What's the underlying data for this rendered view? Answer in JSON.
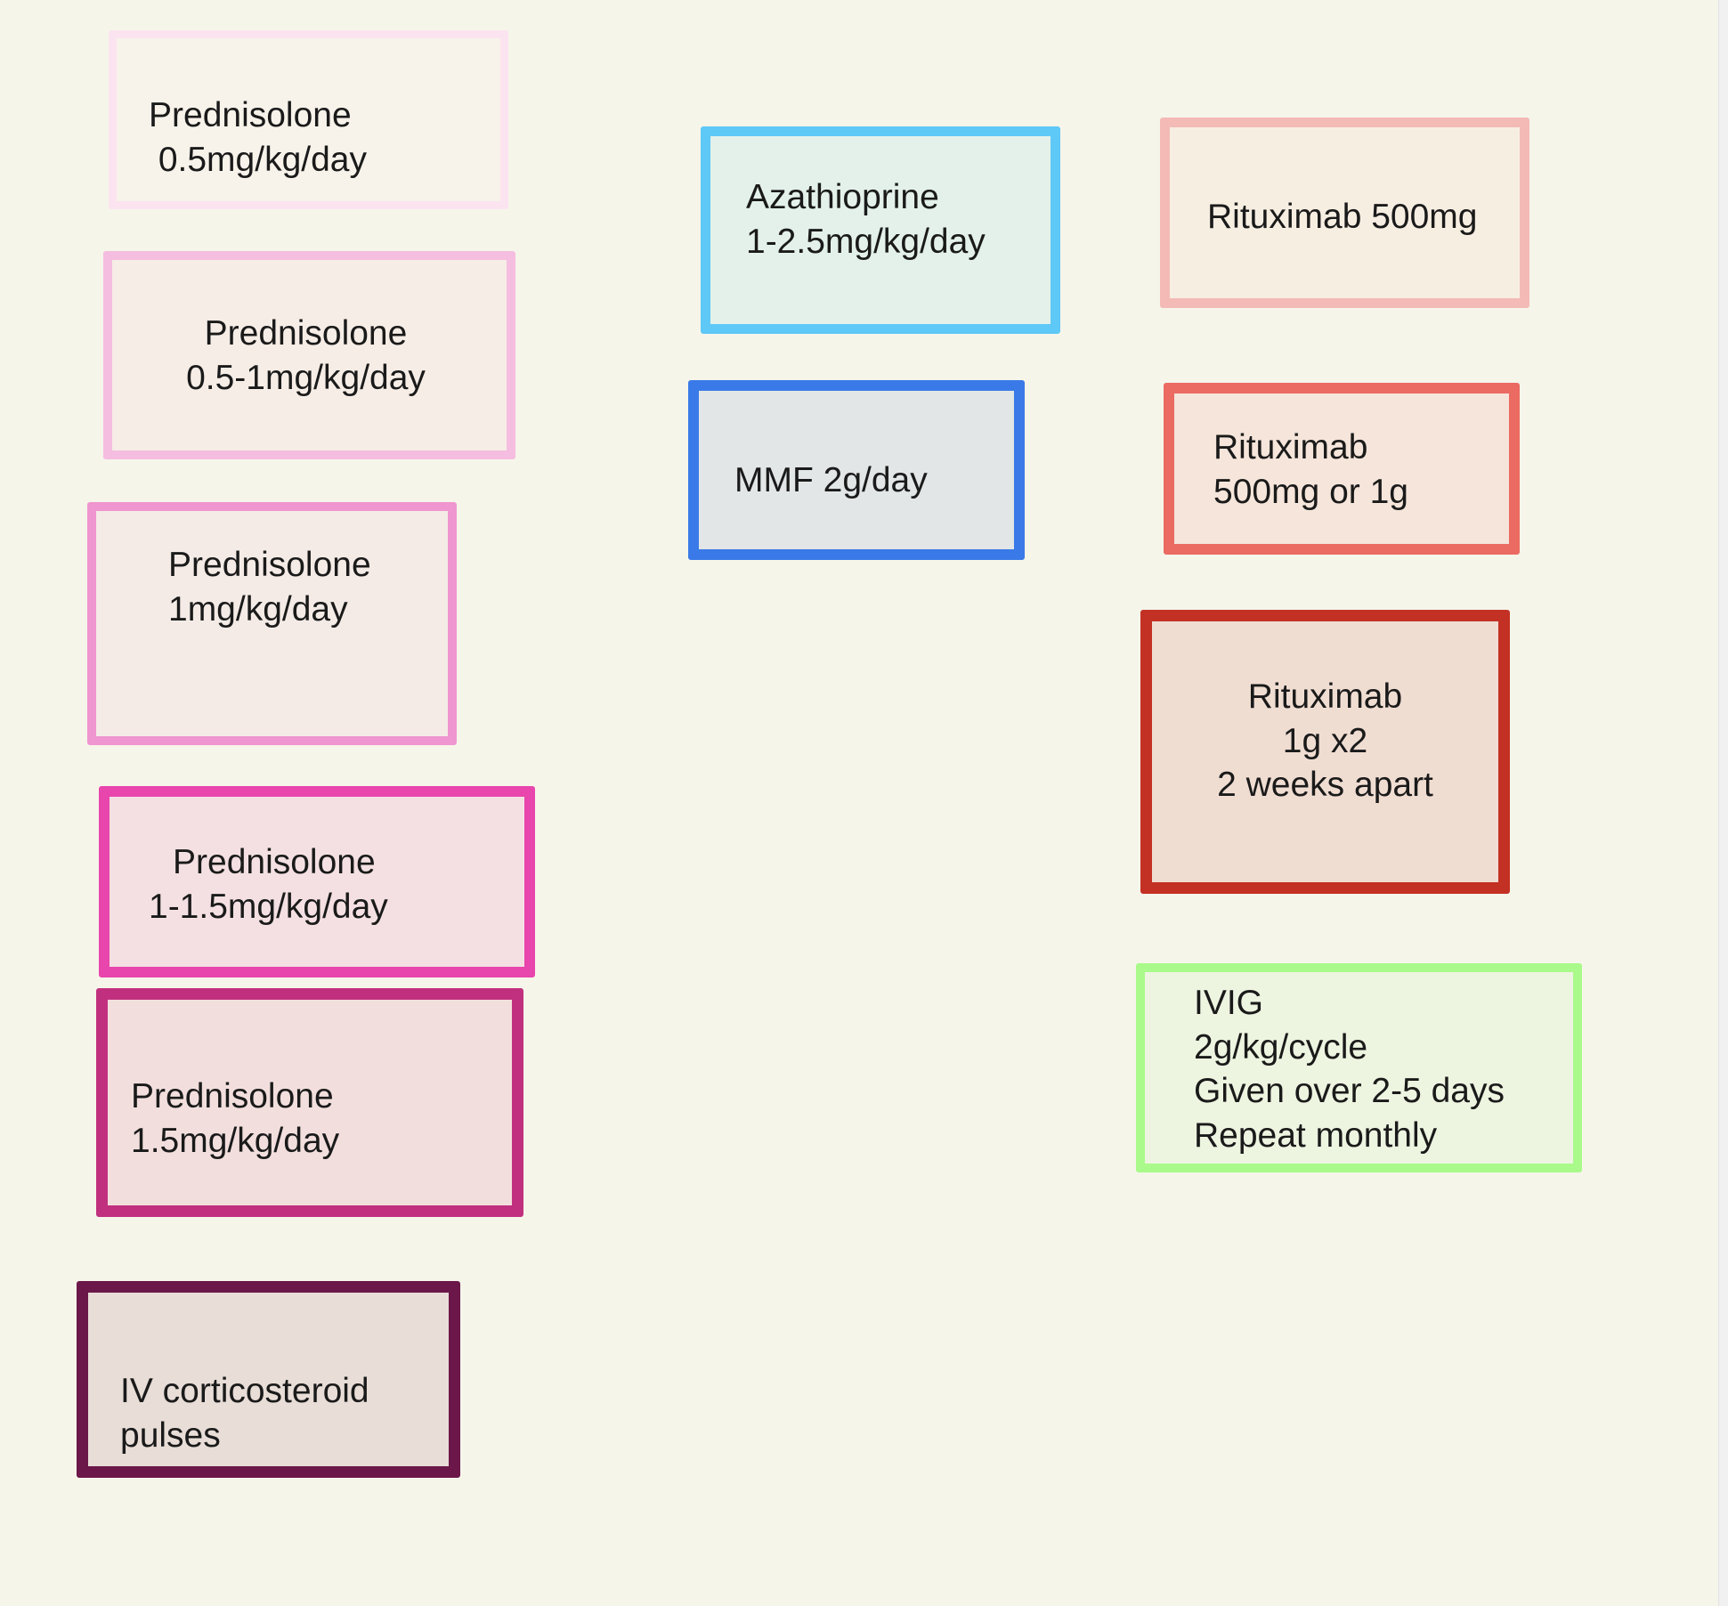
{
  "boxes": {
    "pred_05": {
      "lines": [
        "Prednisolone",
        " 0.5mg/kg/day"
      ],
      "border_color": "#fbe4ef",
      "fill_color": "#f7f2ea"
    },
    "pred_05_1": {
      "lines": [
        "Prednisolone",
        "0.5-1mg/kg/day"
      ],
      "border_color": "#f5bde0",
      "fill_color": "#f6ede6"
    },
    "pred_1": {
      "lines": [
        "Prednisolone",
        "1mg/kg/day"
      ],
      "border_color": "#ef95cf",
      "fill_color": "#f4ebe6"
    },
    "pred_1_15": {
      "lines": [
        "Prednisolone",
        "1-1.5mg/kg/day"
      ],
      "border_color": "#e845ad",
      "fill_color": "#f4e0e2"
    },
    "pred_15": {
      "lines": [
        "Prednisolone",
        "1.5mg/kg/day"
      ],
      "border_color": "#c1307f",
      "fill_color": "#f2dfdd"
    },
    "iv_cortico": {
      "lines": [
        "IV corticosteroid",
        "pulses"
      ],
      "border_color": "#6b174a",
      "fill_color": "#e8ddd7"
    },
    "azathioprine": {
      "lines": [
        "Azathioprine",
        "1-2.5mg/kg/day"
      ],
      "border_color": "#5ec8f7",
      "fill_color": "#e3f1ea"
    },
    "mmf": {
      "lines": [
        "MMF 2g/day"
      ],
      "border_color": "#3a7ae8",
      "fill_color": "#e2e6e6"
    },
    "ritux_500": {
      "lines": [
        "Rituximab 500mg"
      ],
      "border_color": "#f3bab6",
      "fill_color": "#f7eee2"
    },
    "ritux_500_1g": {
      "lines": [
        "Rituximab",
        "500mg or 1g"
      ],
      "border_color": "#eb6a62",
      "fill_color": "#f5e5da"
    },
    "ritux_1g": {
      "lines": [
        "Rituximab",
        "1g x2",
        "2 weeks apart"
      ],
      "border_color": "#c33124",
      "fill_color": "#f0ddd2"
    },
    "ivig": {
      "lines": [
        "IVIG",
        "2g/kg/cycle",
        "Given over 2-5 days",
        "Repeat monthly"
      ],
      "border_color": "#a9fa8a",
      "fill_color": "#edf4e0"
    }
  }
}
